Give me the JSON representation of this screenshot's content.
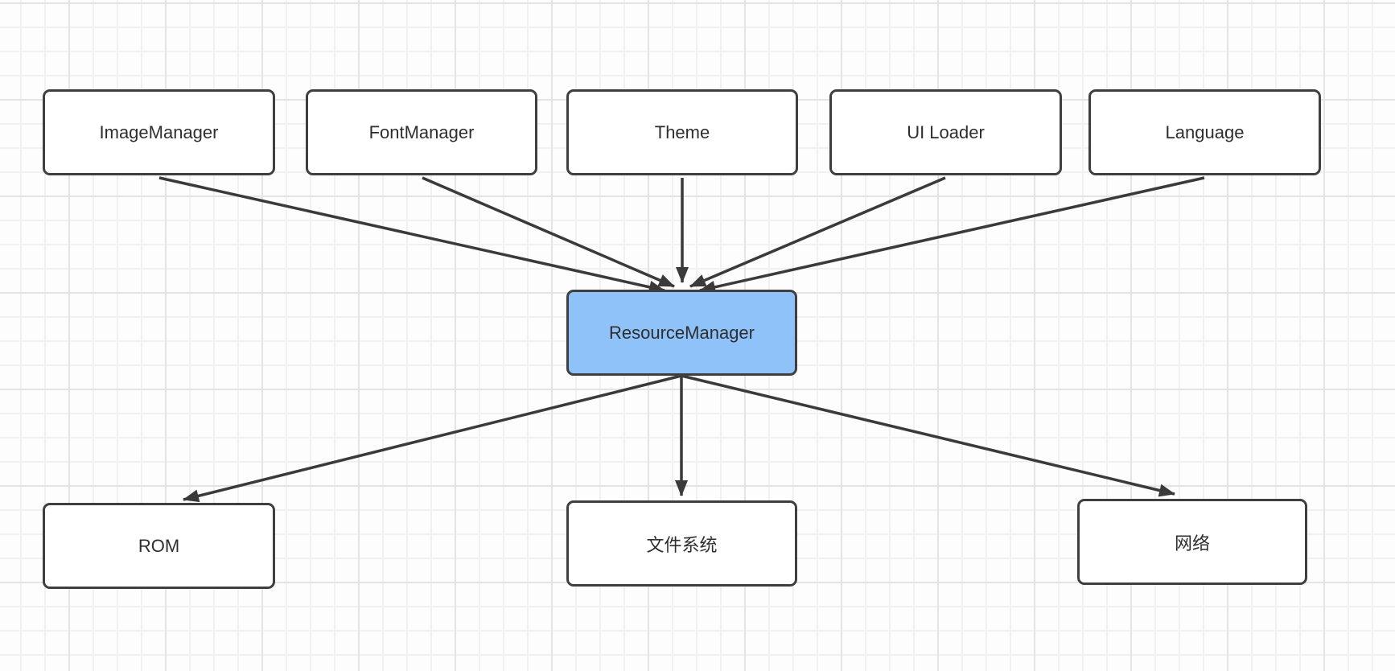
{
  "diagram": {
    "nodes": {
      "image_manager": {
        "label": "ImageManager"
      },
      "font_manager": {
        "label": "FontManager"
      },
      "theme": {
        "label": "Theme"
      },
      "ui_loader": {
        "label": "UI Loader"
      },
      "language": {
        "label": "Language"
      },
      "resource_manager": {
        "label": "ResourceManager"
      },
      "rom": {
        "label": "ROM"
      },
      "file_system": {
        "label": "文件系统"
      },
      "network": {
        "label": "网络"
      }
    },
    "edges": [
      {
        "from": "ImageManager",
        "to": "ResourceManager"
      },
      {
        "from": "FontManager",
        "to": "ResourceManager"
      },
      {
        "from": "Theme",
        "to": "ResourceManager"
      },
      {
        "from": "UI Loader",
        "to": "ResourceManager"
      },
      {
        "from": "Language",
        "to": "ResourceManager"
      },
      {
        "from": "ResourceManager",
        "to": "ROM"
      },
      {
        "from": "ResourceManager",
        "to": "文件系统"
      },
      {
        "from": "ResourceManager",
        "to": "网络"
      }
    ],
    "colors": {
      "node_fill": "#FFFFFF",
      "center_node_fill": "#8EC2F8",
      "node_border": "#3F3F3F",
      "connector": "#3A3A3A",
      "text": "#2E2E2E",
      "grid_minor": "#F1F1F1",
      "grid_major": "#E4E4E4",
      "canvas_background": "#FDFDFD"
    }
  }
}
